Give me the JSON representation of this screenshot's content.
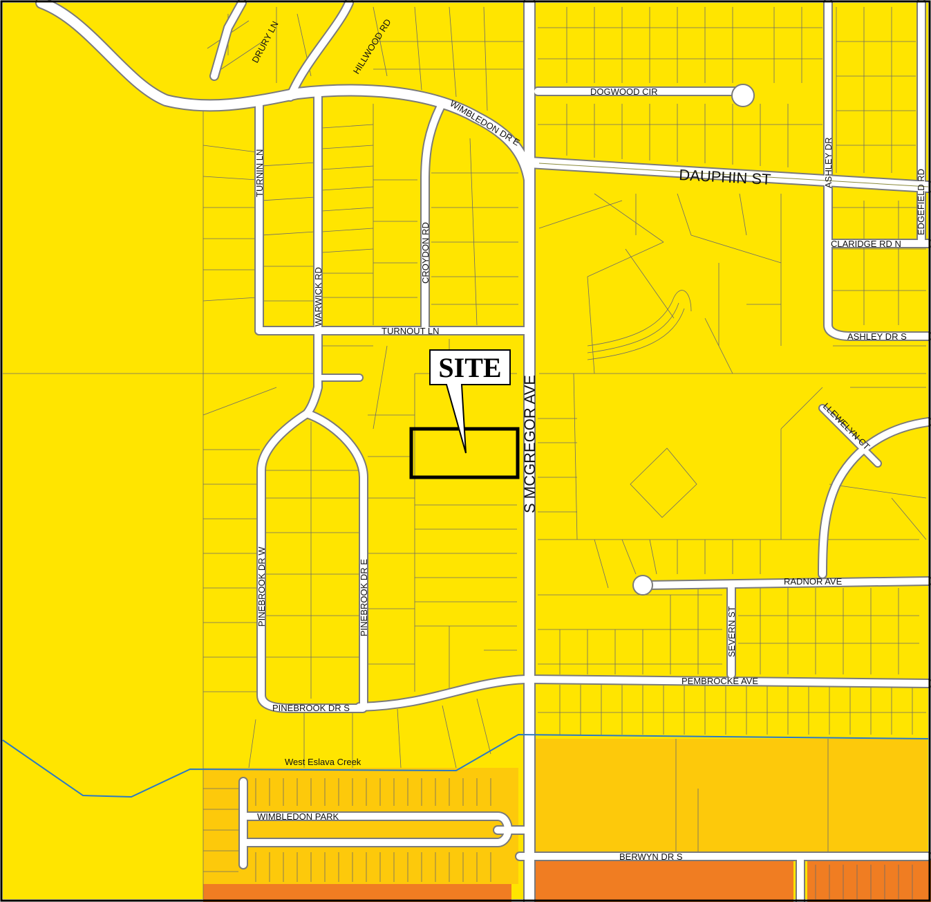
{
  "map": {
    "colors": {
      "residential": "#ffe500",
      "light_commercial": "#fdc90b",
      "commercial": "#f07d22",
      "road": "#ffffff",
      "creek": "#2a79c4",
      "site_outline": "#000000",
      "frame": "#000000"
    },
    "site_callout": {
      "label": "SITE"
    },
    "creek": {
      "label": "West Eslava Creek"
    },
    "streets": {
      "drury_ln": "DRURY LN",
      "hillwood_rd": "HILLWOOD RD",
      "dogwood_cir": "DOGWOOD CIR",
      "wimbledon_dr_e": "WIMBLEDON DR E",
      "dauphin_st": "DAUPHIN ST",
      "ashley_dr": "ASHLEY DR",
      "edgefield_rd": "EDGEFIELD RD",
      "claridge_rd_n": "CLARIDGE RD N",
      "turnin_ln": "TURNIN LN",
      "warwick_rd": "WARWICK RD",
      "croydon_rd": "CROYDON RD",
      "turnout_ln": "TURNOUT LN",
      "s_mcgregor_ave": "S MCGREGOR AVE",
      "ashley_dr_s": "ASHLEY DR S",
      "llewelyn_ct": "LLEWELYN CT",
      "pinebrook_dr_w": "PINEBROOK DR W",
      "pinebrook_dr_e": "PINEBROOK DR E",
      "radnor_ave": "RADNOR AVE",
      "severn_st": "SEVERN ST",
      "pembrocke_ave": "PEMBROCKE AVE",
      "pinebrook_dr_s": "PINEBROOK DR S",
      "wimbledon_park": "WIMBLEDON PARK",
      "berwyn_dr_s": "BERWYN DR S"
    }
  }
}
